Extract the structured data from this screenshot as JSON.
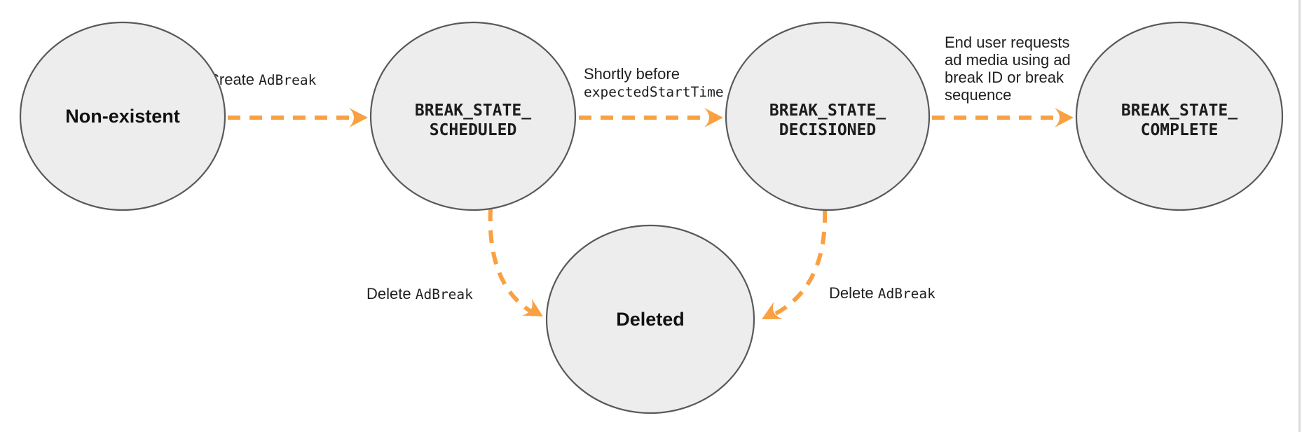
{
  "diagram": {
    "type": "state-transition-diagram",
    "background": "#ffffff",
    "colors": {
      "arrow": "#F9A142",
      "node_fill": "#EDEDED",
      "node_border": "#59595B",
      "label_text": "#1F1F1F"
    },
    "nodes": [
      {
        "id": "non-existent",
        "label": "Non-existent"
      },
      {
        "id": "break-state-scheduled",
        "line1": "BREAK_STATE_",
        "line2": "SCHEDULED"
      },
      {
        "id": "break-state-decisioned",
        "line1": "BREAK_STATE_",
        "line2": "DECISIONED"
      },
      {
        "id": "break-state-complete",
        "line1": "BREAK_STATE_",
        "line2": "COMPLETE"
      },
      {
        "id": "deleted",
        "label": "Deleted"
      }
    ],
    "edges": [
      {
        "id": "create-adbreak",
        "from": "non-existent",
        "to": "break-state-scheduled",
        "label_text": "Create ",
        "label_code": "AdBreak"
      },
      {
        "id": "shortly-before-expected-start-time",
        "from": "break-state-scheduled",
        "to": "break-state-decisioned",
        "line1": "Shortly before",
        "line2_code": "expectedStartTime"
      },
      {
        "id": "end-user-requests-ad-media",
        "from": "break-state-decisioned",
        "to": "break-state-complete",
        "lines": [
          "End user requests",
          "ad media using ad",
          "break ID or break",
          "sequence"
        ]
      },
      {
        "id": "delete-adbreak-from-scheduled",
        "from": "break-state-scheduled",
        "to": "deleted",
        "label_text": "Delete ",
        "label_code": "AdBreak"
      },
      {
        "id": "delete-adbreak-from-decisioned",
        "from": "break-state-decisioned",
        "to": "deleted",
        "label_text": "Delete ",
        "label_code": "AdBreak"
      }
    ]
  }
}
